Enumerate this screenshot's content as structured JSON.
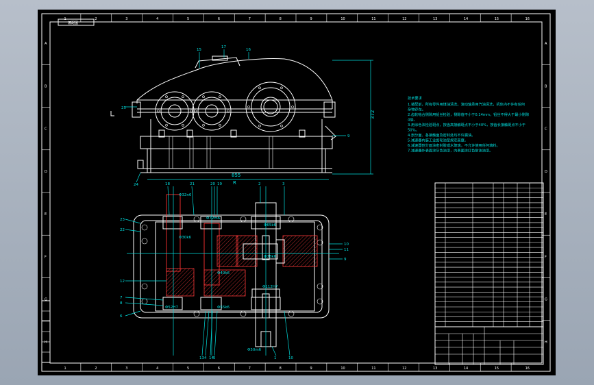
{
  "drawing": {
    "title_tab": "装配图",
    "dimensions": {
      "height": "372",
      "width": "855",
      "radius": "R"
    },
    "fits": {
      "f1": "Φ32n6",
      "f2": "Φ72m6",
      "f3": "Φ65k6",
      "f4": "Φ30k6",
      "f5": "Φ78k6",
      "f6": "Φ40k6",
      "f7": "Φ52H7",
      "f8": "Φ55k6",
      "f9": "Φ112H7",
      "f10": "Φ50m6"
    },
    "border_numbers": [
      "1",
      "2",
      "3",
      "4",
      "5",
      "6",
      "7",
      "8",
      "9",
      "10",
      "11",
      "12",
      "13",
      "14",
      "15",
      "16"
    ],
    "border_letters": [
      "A",
      "B",
      "C",
      "D",
      "E",
      "F",
      "G",
      "H"
    ],
    "notes_title": "技术要求",
    "notes": [
      "1.装配前，所有零件用煤油清洗，滚动轴承用汽油清洗，机体内不许有任何",
      "  杂物存在。",
      "2.齿轮啮合侧隙用铅丝检验，侧隙值不小于0.14mm，铅丝不得大于最小侧隙",
      "  4倍。",
      "3.用涂色法检验斑点，按齿高接触斑点不小于40%，按齿长接触斑点不小于",
      "  50%。",
      "4.剖分面、各接触面及密封处均不许漏油。",
      "5.减速器内装工业齿轮油至规定高度。",
      "6.减速器剖分面涂密封胶或水玻璃，不允许使用任何填料。",
      "7.减速器外表面涂灰色油漆，内表面涂红色耐油油漆。"
    ]
  }
}
